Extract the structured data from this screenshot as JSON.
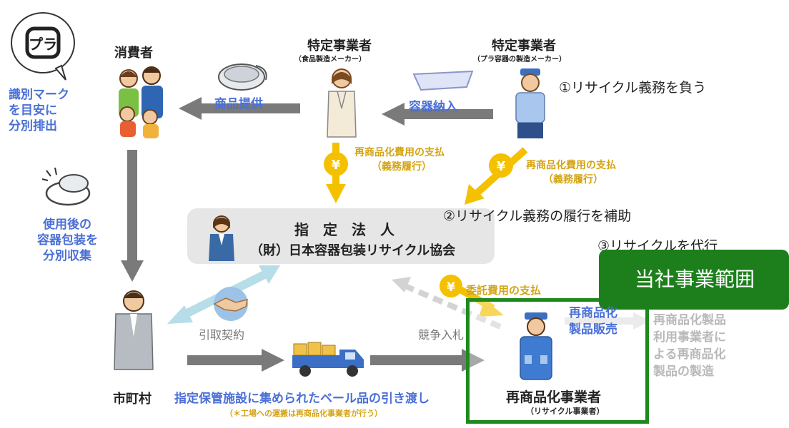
{
  "colors": {
    "accent_blue": "#4a6fd6",
    "yen_yellow": "#f4c000",
    "arrow_gray": "#777777",
    "scope_green": "#1e8a1e",
    "label_green_bg": "#1c7f1c"
  },
  "icons": [
    "recycle-mark-pura-icon",
    "yen-coin-icon",
    "handshake-icon",
    "truck-icon",
    "food-container-icon",
    "plastic-tray-icon",
    "used-container-icon"
  ],
  "consumer": {
    "label": "消費者",
    "sort_note": [
      "識別マーク",
      "を目安に",
      "分別排出"
    ]
  },
  "food_maker": {
    "title": "特定事業者",
    "subtitle": "（食品製造メーカー）"
  },
  "container_maker": {
    "title": "特定事業者",
    "subtitle": "（プラ容器の製造メーカー）"
  },
  "arrows": {
    "product_supply": "商品提供",
    "container_delivery": "容器納入"
  },
  "payments": {
    "left": [
      "再商品化費用の支払",
      "（義務履行）"
    ],
    "right": [
      "再商品化費用の支払",
      "（義務履行）"
    ],
    "consignment": "委託費用の支払"
  },
  "annotations": {
    "step1": "①リサイクル義務を負う",
    "step2": "②リサイクル義務の履行を補助",
    "step3": "③リサイクルを代行"
  },
  "designated_corp": {
    "line1": "指　定　法　人",
    "line2": "（財）日本容器包装リサイクル協会"
  },
  "collection_note": [
    "使用後の",
    "容器包装を",
    "分別収集"
  ],
  "municipality": {
    "label": "市町村"
  },
  "contract": {
    "pickup": "引取契約",
    "bidding": "競争入札"
  },
  "delivery": {
    "main": "指定保管施設に集められたベール品の引き渡し",
    "sub": "（＊工場への運搬は再商品化事業者が行う）"
  },
  "recycler": {
    "title": "再商品化事業者",
    "subtitle": "（リサイクル事業者）",
    "sales": [
      "再商品化",
      "製品販売"
    ]
  },
  "scope_label": "当社事業範囲",
  "end_users": [
    "再商品化製品",
    "利用事業者に",
    "よる再商品化",
    "製品の製造"
  ]
}
